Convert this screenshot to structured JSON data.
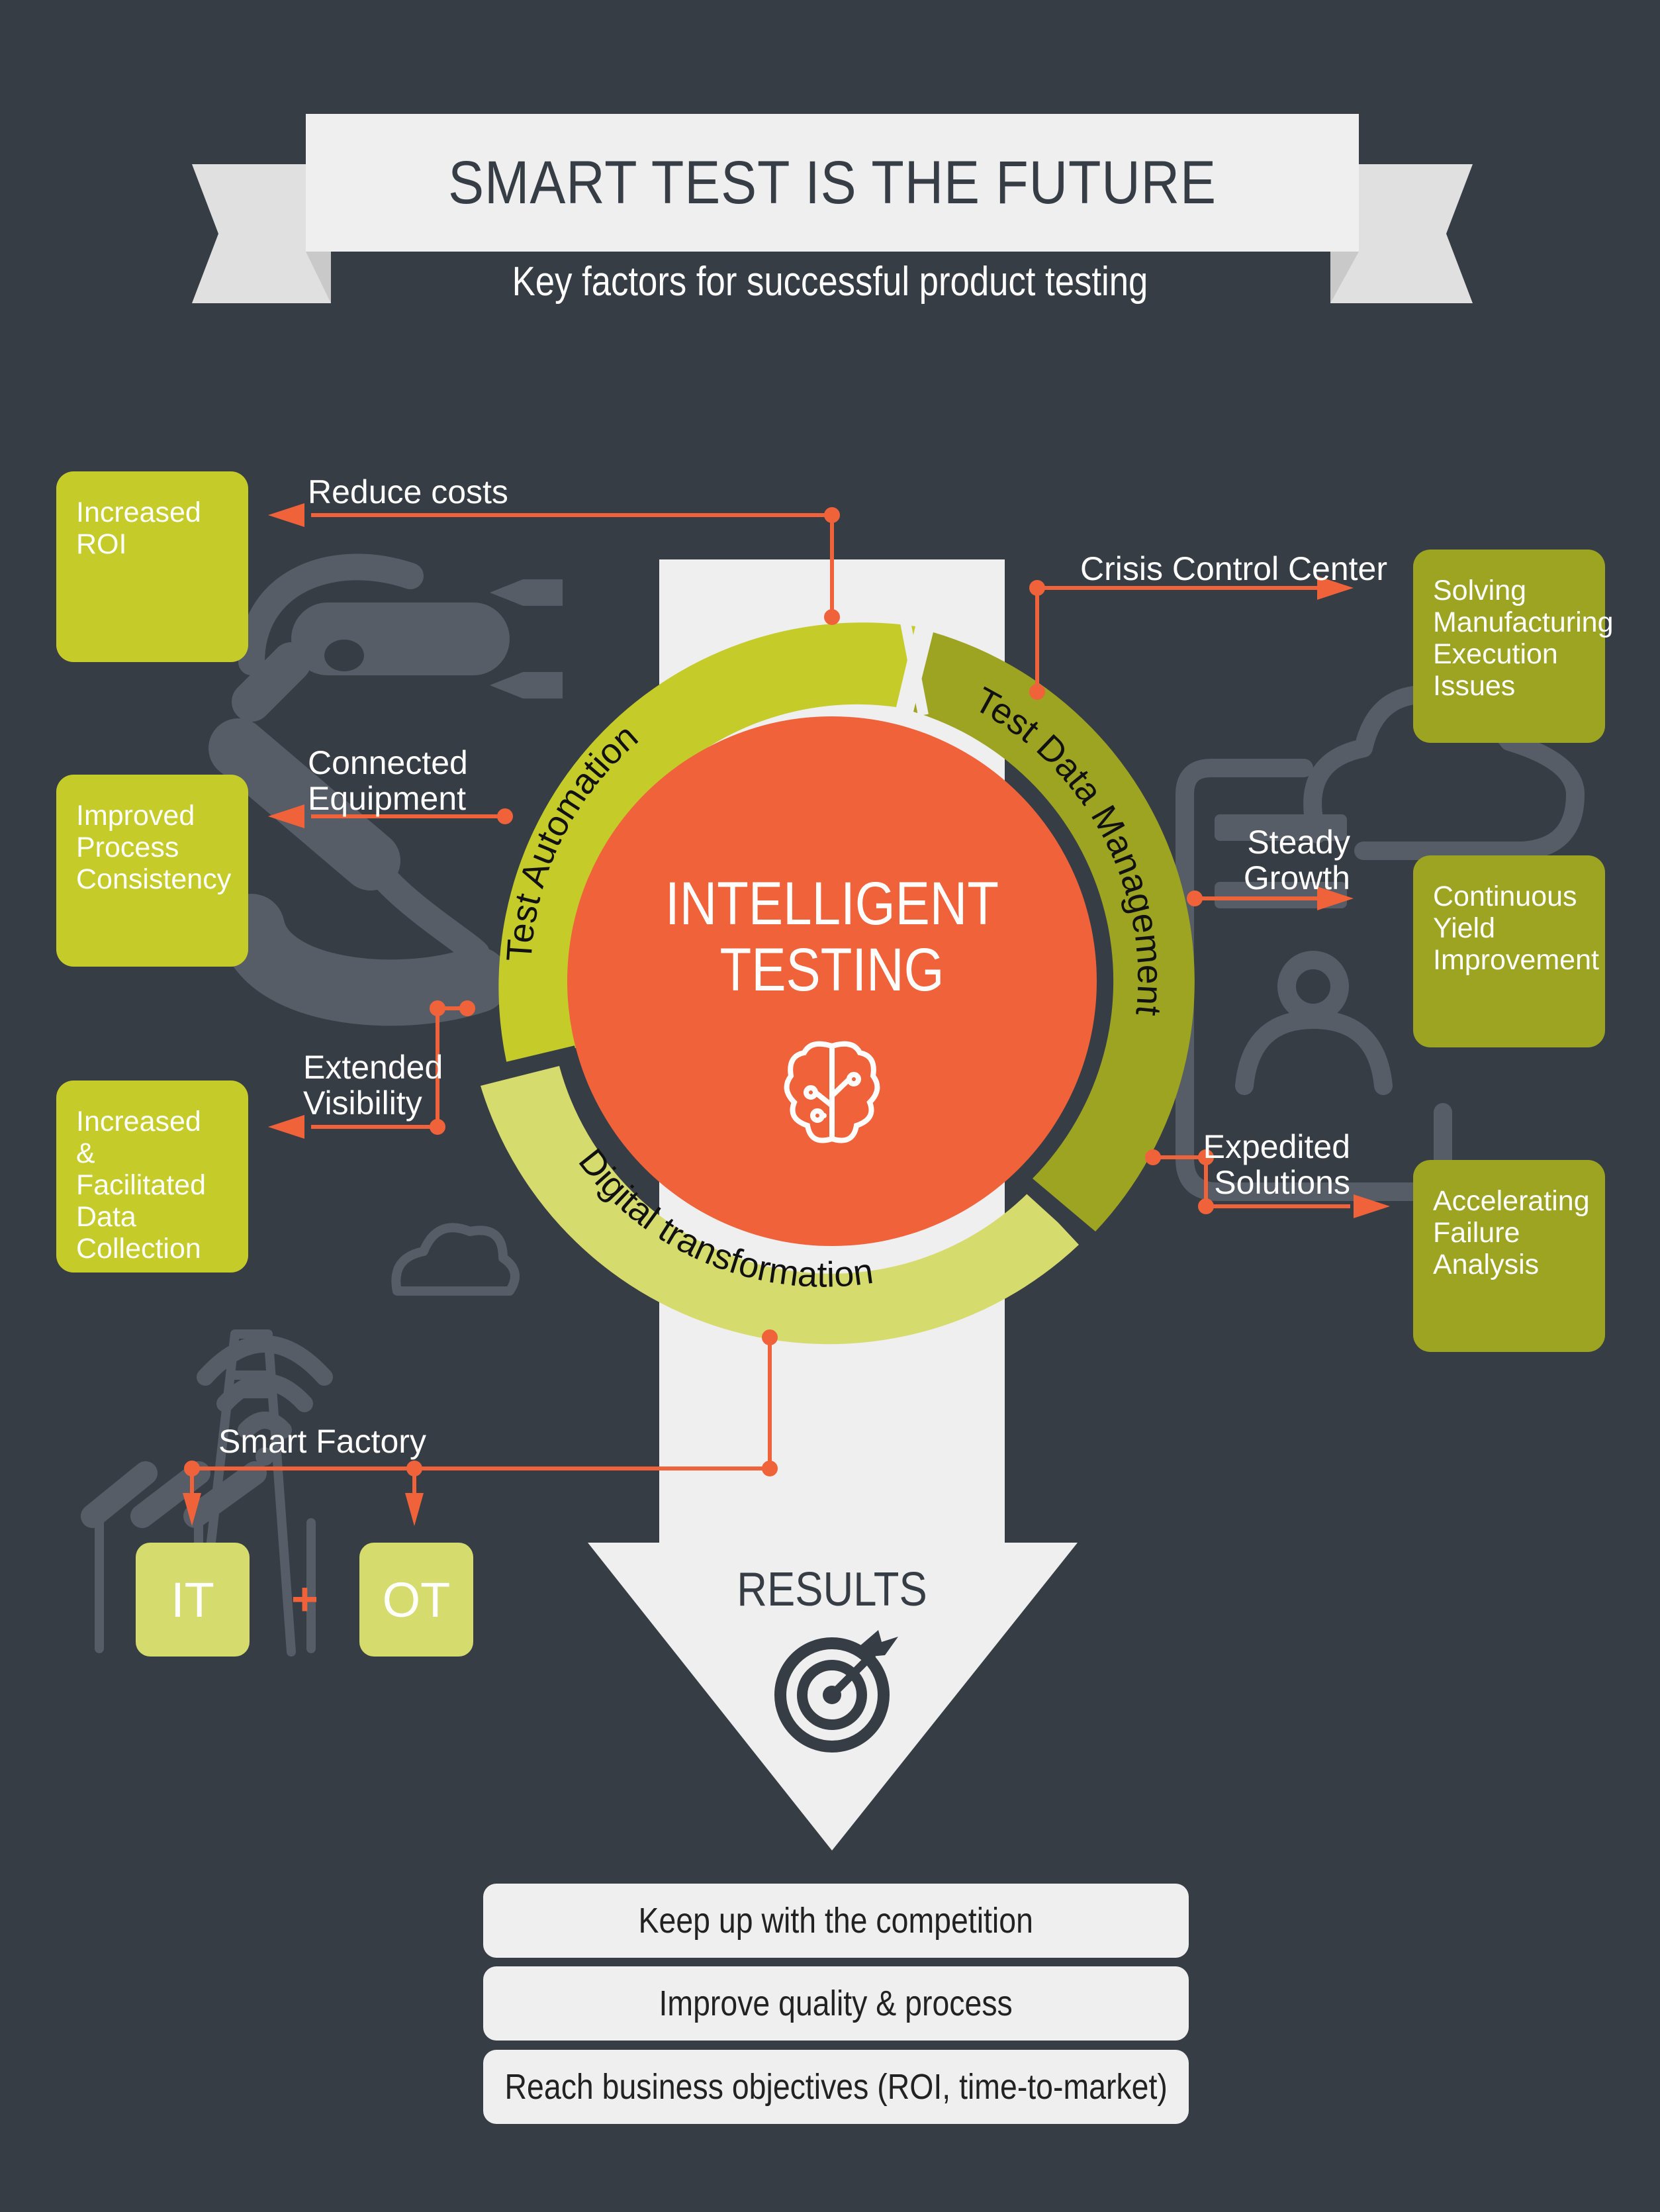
{
  "header": {
    "title": "SMART TEST IS THE FUTURE",
    "subtitle": "Key factors for successful product testing"
  },
  "center": {
    "title_line1": "INTELLIGENT",
    "title_line2": "TESTING",
    "icon": "brain-circuit-icon"
  },
  "ring_segments": [
    {
      "label": "Test Automation",
      "color": "#C5CC2A"
    },
    {
      "label": "Test Data Management",
      "color": "#9CA422"
    },
    {
      "label": "Digital transformation",
      "color": "#D5DB6D"
    }
  ],
  "left": {
    "connectors": [
      {
        "label": "Reduce costs"
      },
      {
        "label_line1": "Connected",
        "label_line2": "Equipment"
      },
      {
        "label_line1": "Extended",
        "label_line2": "Visibility"
      }
    ],
    "boxes": [
      {
        "lines": [
          "Increased",
          "ROI"
        ]
      },
      {
        "lines": [
          "Improved",
          "Process",
          "Consistency"
        ]
      },
      {
        "lines": [
          "Increased",
          "& Facilitated",
          "Data",
          "Collection"
        ]
      }
    ]
  },
  "right": {
    "connectors": [
      {
        "label": "Crisis Control Center"
      },
      {
        "label_line1": "Steady",
        "label_line2": "Growth"
      },
      {
        "label_line1": "Expedited",
        "label_line2": "Solutions"
      }
    ],
    "boxes": [
      {
        "lines": [
          "Solving",
          "Manufacturing",
          "Execution",
          "Issues"
        ]
      },
      {
        "lines": [
          "Continuous",
          "Yield",
          "Improvement"
        ]
      },
      {
        "lines": [
          "Accelerating",
          "Failure",
          "Analysis"
        ]
      }
    ]
  },
  "smart_factory": {
    "label": "Smart Factory",
    "it_label": "IT",
    "plus": "+",
    "ot_label": "OT"
  },
  "results": {
    "title": "RESULTS",
    "icon": "target-arrow-icon",
    "items": [
      "Keep up with the competition",
      "Improve quality & process",
      "Reach business objectives (ROI, time-to-market)"
    ]
  },
  "colors": {
    "background": "#373D44",
    "accent_orange": "#F0623A",
    "lime": "#C5CC2A",
    "olive": "#9CA422",
    "pale_lime": "#D5DB6D",
    "light_gray": "#EFEFEF",
    "icon_gray": "#575D66"
  }
}
